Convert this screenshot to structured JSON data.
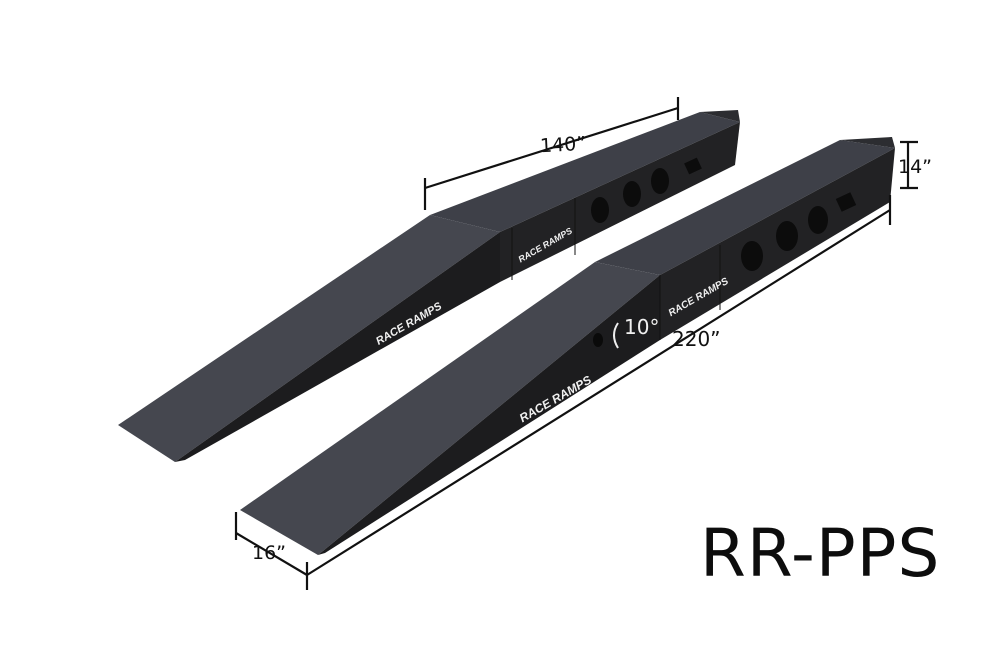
{
  "product": {
    "model_code": "RR-PPS",
    "brand_logo_text": "RACE RAMPS"
  },
  "dimensions": {
    "length_short_ramp": "140”",
    "length_long_ramp": "220”",
    "height": "14”",
    "width": "16”",
    "angle": "10°"
  },
  "colors": {
    "ramp_surface": "#45474f",
    "ramp_side": "#1c1c1e",
    "background": "#ffffff",
    "annotation": "#111111"
  }
}
